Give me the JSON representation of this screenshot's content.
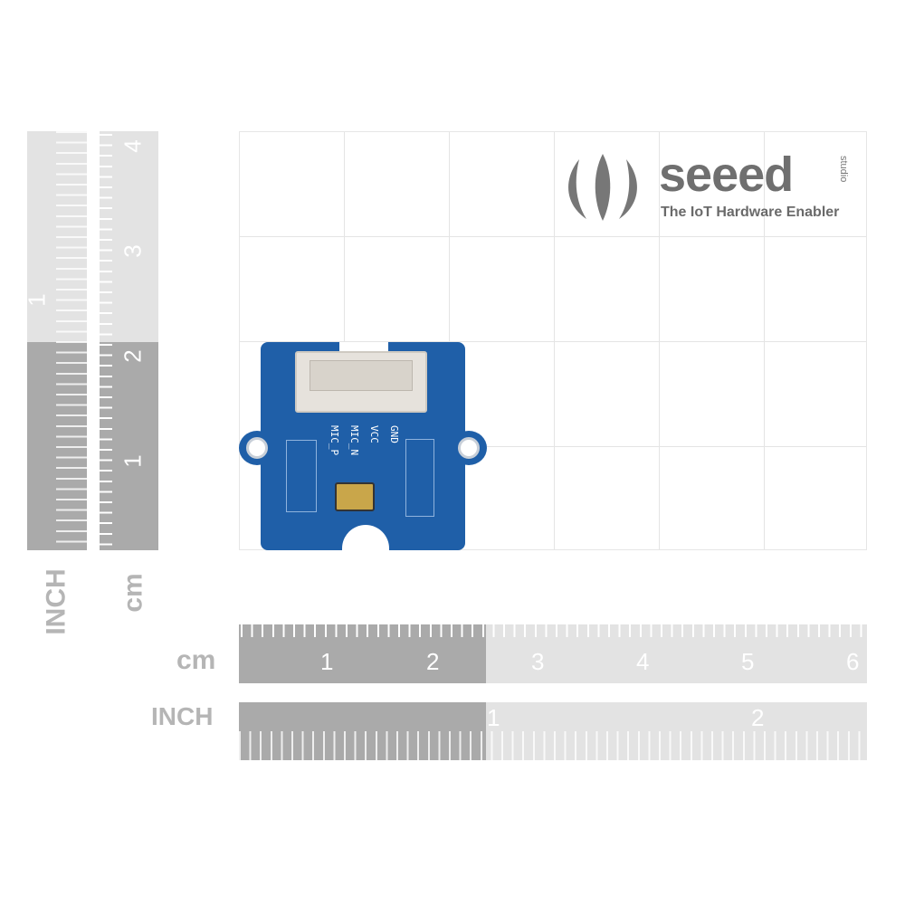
{
  "logo": {
    "brand": "seeed",
    "sub": "studio",
    "tagline": "The IoT Hardware Enabler"
  },
  "board": {
    "pins": [
      "MIC_P",
      "MIC_N",
      "VCC",
      "GND"
    ]
  },
  "rulers": {
    "vertical_inch": {
      "label": "INCH",
      "numbers": [
        "1"
      ]
    },
    "vertical_cm": {
      "label": "cm",
      "numbers": [
        "1",
        "2",
        "3",
        "4"
      ]
    },
    "horizontal_cm": {
      "label": "cm",
      "numbers": [
        "1",
        "2",
        "3",
        "4",
        "5",
        "6"
      ]
    },
    "horizontal_inch": {
      "label": "INCH",
      "numbers": [
        "1",
        "2"
      ]
    }
  },
  "colors": {
    "pcb": "#1f5fa8",
    "ruler_dark": "#aaaaaa",
    "ruler_light": "#e3e3e3"
  }
}
